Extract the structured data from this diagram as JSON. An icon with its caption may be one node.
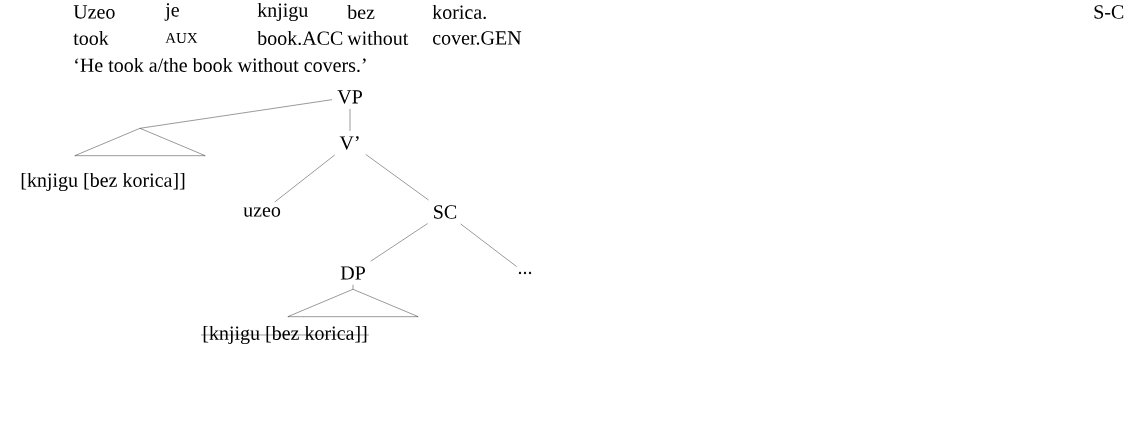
{
  "diagram": {
    "nodes": [
      {
        "text": [
          "VP"
        ]
      },
      {
        "text": [],
        "shape": "triangle",
        "beside": [
          "[knjigu [bez korica]]"
        ]
      },
      {
        "text": [
          "V’"
        ]
      },
      {
        "text": [
          "uzeo"
        ]
      },
      {
        "text": [
          "SC"
        ]
      },
      {
        "text": [
          "DP"
        ]
      },
      {
        "text": [
          "..."
        ]
      },
      {
        "text": [],
        "shape": "triangle",
        "beside": [
          "[knjigu [bez korica]]"
        ]
      }
    ],
    "edges": [
      {
        "from": 0,
        "to": 1,
        "arrow": "none"
      },
      {
        "from": 0,
        "to": 2,
        "arrow": "none"
      },
      {
        "from": 2,
        "to": 3,
        "arrow": "none"
      },
      {
        "from": 2,
        "to": 4,
        "arrow": "none"
      },
      {
        "from": 4,
        "to": 5,
        "arrow": "none"
      },
      {
        "from": 4,
        "to": 6,
        "arrow": "none"
      },
      {
        "from": 5,
        "to": 7,
        "arrow": "none"
      }
    ],
    "labels": [
      "Uzeo",
      "je",
      "knjigu",
      "bez",
      "korica.",
      "S-C",
      "took",
      "AUX",
      "book.ACC",
      "without",
      "cover.GEN",
      "‘He took a/the book without covers.’"
    ]
  }
}
